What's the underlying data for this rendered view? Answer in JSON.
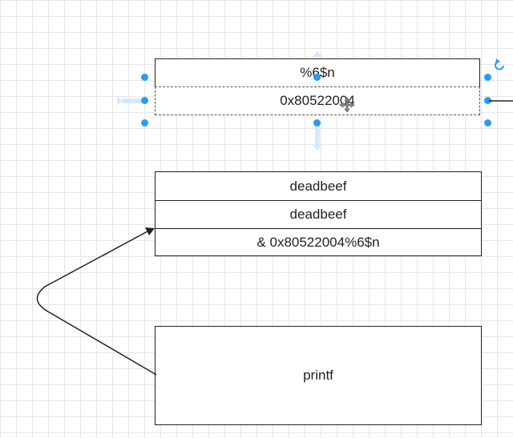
{
  "top_stack": {
    "cells": [
      "%6$n",
      "0x80522004"
    ]
  },
  "middle_stack": {
    "cells": [
      "deadbeef",
      "deadbeef",
      "& 0x80522004%6$n"
    ]
  },
  "function_box": {
    "label": "printf"
  },
  "icons": {
    "rotate": "rotate-icon",
    "move": "move-cursor-icon"
  },
  "colors": {
    "selection": "#2a9bf0",
    "stroke": "#222222",
    "grid": "#e6e6e6"
  }
}
